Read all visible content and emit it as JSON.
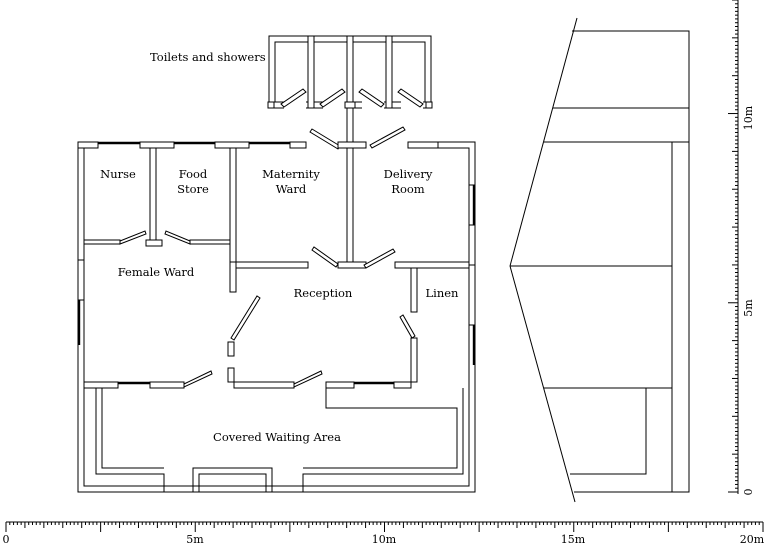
{
  "rooms": {
    "toilets": "Toilets and showers",
    "nurse": "Nurse",
    "food_store_1": "Food",
    "food_store_2": "Store",
    "maternity_1": "Maternity",
    "maternity_2": "Ward",
    "delivery_1": "Delivery",
    "delivery_2": "Room",
    "female_ward": "Female Ward",
    "reception": "Reception",
    "linen": "Linen",
    "waiting": "Covered Waiting Area"
  },
  "horizontal_scale": {
    "labels": [
      "0",
      "5m",
      "10m",
      "15m",
      "20m"
    ]
  },
  "vertical_scale": {
    "labels": [
      "0",
      "5m",
      "10m"
    ]
  },
  "colors": {
    "ink": "#000000",
    "paper": "#ffffff"
  }
}
